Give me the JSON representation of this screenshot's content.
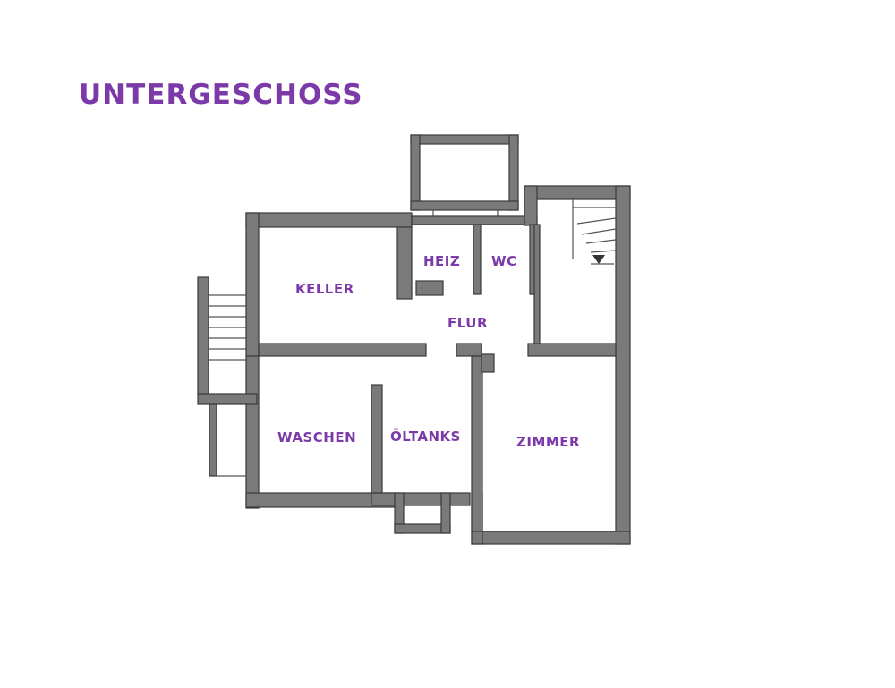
{
  "title": "UNTERGESCHOSS",
  "accent_color": "#7b3aa8",
  "wall_color": "#7a7a7a",
  "rooms": {
    "keller": "KELLER",
    "heiz": "HEIZ",
    "wc": "WC",
    "flur": "FLUR",
    "waschen": "WASCHEN",
    "oeltanks": "ÖLTANKS",
    "zimmer": "ZIMMER"
  }
}
